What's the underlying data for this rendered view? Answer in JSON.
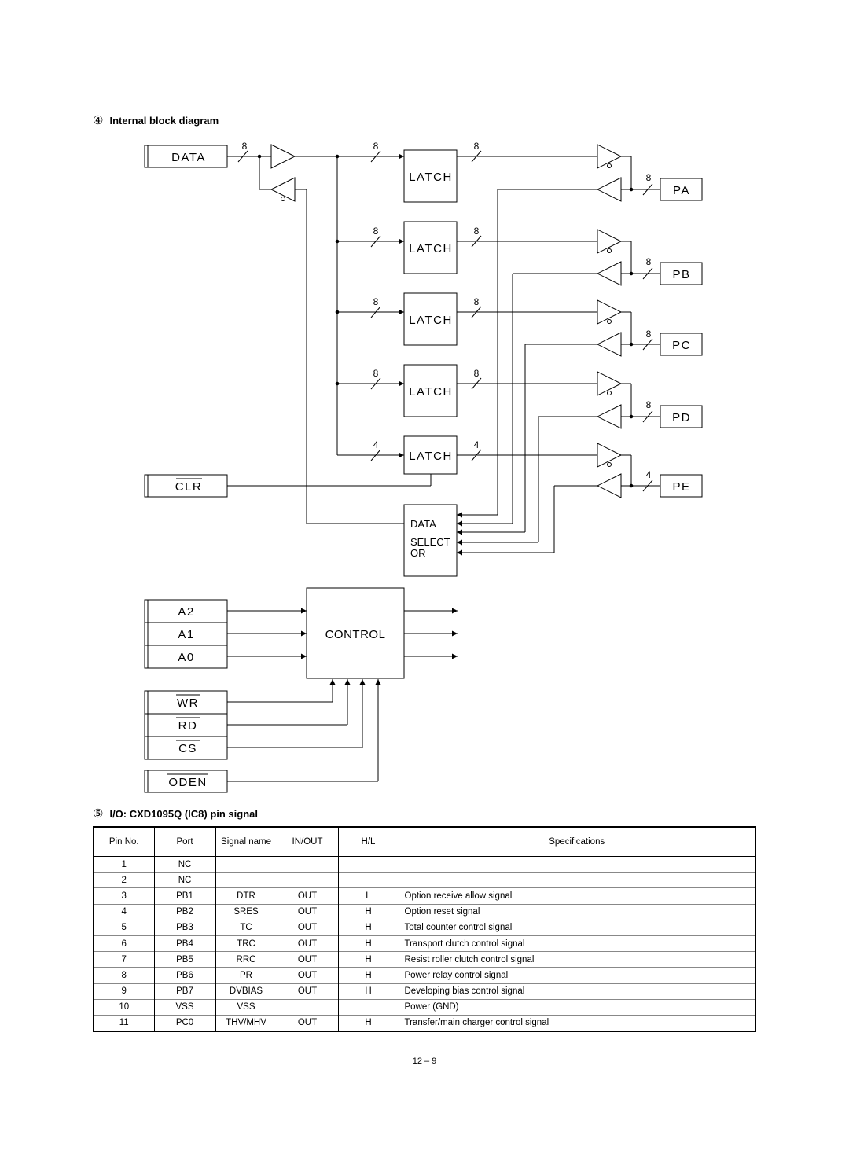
{
  "section4": {
    "num": "④",
    "title": "Internal block diagram"
  },
  "section5": {
    "num": "⑤",
    "title": "I/O: CXD1095Q (IC8) pin signal"
  },
  "diagram": {
    "data_label": "DATA",
    "clr_label": "CLR",
    "latch_label": "LATCH",
    "ports": [
      "PA",
      "PB",
      "PC",
      "PD",
      "PE"
    ],
    "bus8": "8",
    "bus4": "4",
    "selector_line1": "DATA",
    "selector_line2": "SELECT",
    "selector_line3": "OR",
    "control_label": "CONTROL",
    "address_labels": [
      "A2",
      "A1",
      "A0"
    ],
    "ctrl_labels": [
      "WR",
      "RD",
      "CS"
    ],
    "oden_label": "ODEN"
  },
  "table": {
    "headers": {
      "pin": "Pin No.",
      "port": "Port",
      "signal": "Signal name",
      "inout": "IN/OUT",
      "hl": "H/L",
      "spec": "Specifications"
    },
    "rows": [
      {
        "pin": "1",
        "port": "NC",
        "signal": "",
        "inout": "",
        "hl": "",
        "spec": ""
      },
      {
        "pin": "2",
        "port": "NC",
        "signal": "",
        "inout": "",
        "hl": "",
        "spec": ""
      },
      {
        "pin": "3",
        "port": "PB1",
        "signal": "DTR",
        "inout": "OUT",
        "hl": "L",
        "spec": "Option receive allow signal"
      },
      {
        "pin": "4",
        "port": "PB2",
        "signal": "SRES",
        "inout": "OUT",
        "hl": "H",
        "spec": "Option reset signal"
      },
      {
        "pin": "5",
        "port": "PB3",
        "signal": "TC",
        "inout": "OUT",
        "hl": "H",
        "spec": "Total counter control signal"
      },
      {
        "pin": "6",
        "port": "PB4",
        "signal": "TRC",
        "inout": "OUT",
        "hl": "H",
        "spec": "Transport clutch control signal"
      },
      {
        "pin": "7",
        "port": "PB5",
        "signal": "RRC",
        "inout": "OUT",
        "hl": "H",
        "spec": "Resist roller clutch control signal"
      },
      {
        "pin": "8",
        "port": "PB6",
        "signal": "PR",
        "inout": "OUT",
        "hl": "H",
        "spec": "Power relay control signal"
      },
      {
        "pin": "9",
        "port": "PB7",
        "signal": "DVBIAS",
        "inout": "OUT",
        "hl": "H",
        "spec": "Developing bias control signal"
      },
      {
        "pin": "10",
        "port": "VSS",
        "signal": "VSS",
        "inout": "",
        "hl": "",
        "spec": "Power (GND)"
      },
      {
        "pin": "11",
        "port": "PC0",
        "signal": "THV/MHV",
        "inout": "OUT",
        "hl": "H",
        "spec": "Transfer/main charger control signal"
      }
    ]
  },
  "footer": {
    "page": "12 – 9"
  }
}
